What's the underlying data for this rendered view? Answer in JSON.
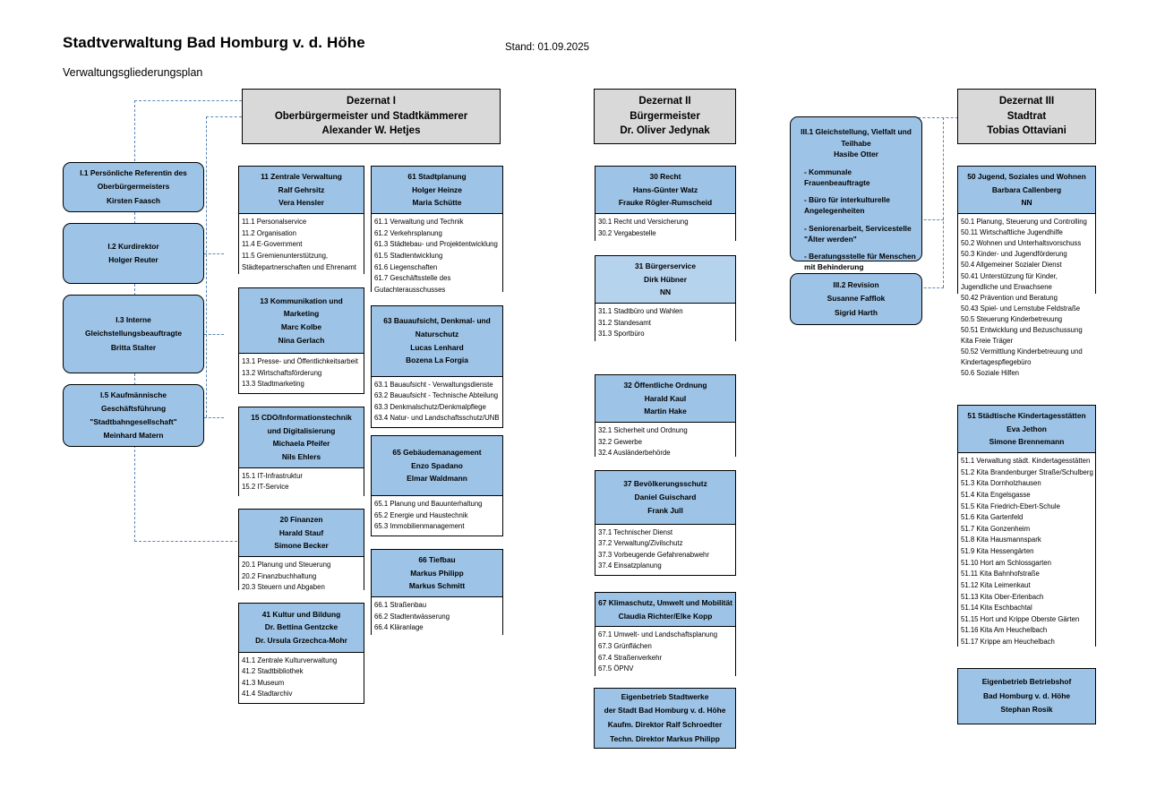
{
  "header": {
    "title": "Stadtverwaltung Bad Homburg v. d. Höhe",
    "stand": "Stand: 01.09.2025",
    "subtitle": "Verwaltungsgliederungsplan"
  },
  "dezernate": {
    "d1": {
      "l1": "Dezernat I",
      "l2": "Oberbürgermeister und Stadtkämmerer",
      "l3": "Alexander W. Hetjes"
    },
    "d2": {
      "l1": "Dezernat II",
      "l2": "Bürgermeister",
      "l3": "Dr. Oliver Jedynak"
    },
    "d3": {
      "l1": "Dezernat III",
      "l2": "Stadtrat",
      "l3": "Tobias Ottaviani"
    }
  },
  "staff_left": [
    {
      "lines": [
        "I.1 Persönliche Referentin des",
        "Oberbürgermeisters",
        "Kirsten Faasch"
      ]
    },
    {
      "lines": [
        "I.2 Kurdirektor",
        "Holger Reuter"
      ]
    },
    {
      "lines": [
        "I.3 Interne Gleichstellungsbeauftragte",
        "Britta Stalter"
      ]
    },
    {
      "lines": [
        "I.5 Kaufmännische Geschäftsführung",
        "\"Stadtbahngesellschaft\"",
        "Meinhard Matern"
      ]
    }
  ],
  "staff_mid": {
    "gleichstellung": {
      "title": [
        "III.1 Gleichstellung, Vielfalt und",
        "Teilhabe",
        "Hasibe Otter"
      ],
      "bullets": [
        "- Kommunale Frauenbeauftragte",
        "- Büro für interkulturelle\n  Angelegenheiten",
        "- Seniorenarbeit, Servicestelle\n  \"Älter werden\"",
        "- Beratungsstelle für Menschen\n  mit Behinderung"
      ]
    },
    "revision": {
      "lines": [
        "III.2 Revision",
        "Susanne Fafflok",
        "Sigrid Harth"
      ]
    }
  },
  "col1": [
    {
      "head": [
        "11 Zentrale Verwaltung",
        "Ralf Gehrsitz",
        "Vera Hensler"
      ],
      "items": [
        "11.1 Personalservice",
        "11.2 Organisation",
        "11.4 E-Government",
        "11.5 Gremienunterstützung,",
        "Städtepartnerschaften und Ehrenamt"
      ]
    },
    {
      "head": [
        "13  Kommunikation und Marketing",
        "Marc Kolbe",
        "Nina Gerlach"
      ],
      "items": [
        "13.1 Presse- und Öffentlichkeitsarbeit",
        "13.2 Wirtschaftsförderung",
        "13.3 Stadtmarketing"
      ]
    },
    {
      "head": [
        "15 CDO/Informationstechnik",
        "und Digitalisierung",
        "Michaela Pfeifer",
        "Nils Ehlers"
      ],
      "items": [
        "15.1 IT-Infrastruktur",
        "15.2 IT-Service"
      ]
    },
    {
      "head": [
        "20 Finanzen",
        "Harald Stauf",
        "Simone Becker"
      ],
      "items": [
        "20.1 Planung und Steuerung",
        "20.2 Finanzbuchhaltung",
        "20.3 Steuern und Abgaben"
      ]
    },
    {
      "head": [
        "41 Kultur und Bildung",
        "Dr. Bettina Gentzcke",
        "Dr. Ursula Grzechca-Mohr"
      ],
      "items": [
        "41.1 Zentrale Kulturverwaltung",
        "41.2 Stadtbibliothek",
        "41.3 Museum",
        "41.4 Stadtarchiv"
      ]
    }
  ],
  "col2": [
    {
      "head": [
        "61 Stadtplanung",
        "Holger Heinze",
        "Maria Schütte"
      ],
      "items": [
        "61.1 Verwaltung und Technik",
        "61.2 Verkehrsplanung",
        "61.3 Städtebau- und Projektentwicklung",
        "61.5 Stadtentwicklung",
        "61.6 Liegenschaften",
        "61.7 Geschäftsstelle des",
        "Gutachterausschusses"
      ]
    },
    {
      "head": [
        "63 Bauaufsicht, Denkmal- und",
        "Naturschutz",
        "Lucas Lenhard",
        "Bozena La Forgia"
      ],
      "items": [
        "63.1 Bauaufsicht - Verwaltungsdienste",
        "63.2 Bauaufsicht - Technische Abteilung",
        "63.3 Denkmalschutz/Denkmalpflege",
        "63.4 Natur- und Landschaftsschutz/UNB"
      ]
    },
    {
      "head": [
        "65 Gebäudemanagement",
        "Enzo Spadano",
        "Elmar Waldmann"
      ],
      "items": [
        "65.1 Planung und Bauunterhaltung",
        "65.2 Energie und Haustechnik",
        "65.3 Immobilienmanagement"
      ]
    },
    {
      "head": [
        "66 Tiefbau",
        "Markus Philipp",
        "Markus Schmitt"
      ],
      "items": [
        "66.1 Straßenbau",
        "66.2 Stadtentwässerung",
        "66.4 Kläranlage"
      ]
    }
  ],
  "col3": [
    {
      "head": [
        "30 Recht",
        "Hans-Günter Watz",
        "Frauke Rögler-Rumscheid"
      ],
      "items": [
        "30.1 Recht und Versicherung",
        "30.2 Vergabestelle"
      ]
    },
    {
      "head": [
        "31 Bürgerservice",
        "Dirk Hübner",
        "NN"
      ],
      "items": [
        "31.1 Stadtbüro und Wahlen",
        "31.2 Standesamt",
        "31.3 Sportbüro"
      ]
    },
    {
      "head": [
        "32 Öffentliche Ordnung",
        "Harald Kaul",
        "Martin Hake"
      ],
      "items": [
        "32.1 Sicherheit und Ordnung",
        "32.2 Gewerbe",
        "32.4 Ausländerbehörde"
      ]
    },
    {
      "head": [
        "37 Bevölkerungsschutz",
        "Daniel Guischard",
        "Frank Jull"
      ],
      "items": [
        "37.1 Technischer Dienst",
        "37.2 Verwaltung/Zivilschutz",
        "37.3 Vorbeugende Gefahrenabwehr",
        "37.4 Einsatzplanung"
      ]
    },
    {
      "head": [
        "67 Klimaschutz, Umwelt und Mobilität",
        "Claudia Richter/Elke Kopp"
      ],
      "items": [
        "67.1 Umwelt- und Landschaftsplanung",
        "67.3 Grünflächen",
        "67.4 Straßenverkehr",
        "67.5 ÖPNV"
      ]
    }
  ],
  "col4": [
    {
      "head": [
        "50 Jugend, Soziales und Wohnen",
        "Barbara Callenberg",
        "NN"
      ],
      "items": [
        "50.1 Planung, Steuerung und Controlling",
        "50.11 Wirtschaftliche Jugendhilfe",
        "50.2 Wohnen und Unterhaltsvorschuss",
        "50.3 Kinder- und Jugendförderung",
        "50.4 Allgemeiner Sozialer Dienst",
        "50.41 Unterstützung für Kinder,",
        "Jugendliche und Erwachsene",
        "50.42 Prävention und Beratung",
        "50.43 Spiel- und Lernstube Feldstraße",
        "50.5 Steuerung Kinderbetreuung",
        "50.51 Entwicklung und Bezuschussung",
        "Kita Freie Träger",
        "50.52 Vermittlung Kinderbetreuung und",
        "Kindertagespflegebüro",
        "50.6 Soziale Hilfen"
      ]
    },
    {
      "head": [
        "51 Städtische Kindertagesstätten",
        "Eva Jethon",
        "Simone Brennemann"
      ],
      "items": [
        "51.1 Verwaltung städt. Kindertagesstätten",
        "51.2 Kita Brandenburger Straße/Schulberg",
        "51.3 Kita Dornholzhausen",
        "51.4 Kita Engelsgasse",
        "51.5 Kita Friedrich-Ebert-Schule",
        "51.6 Kita Gartenfeld",
        "51.7 Kita Gonzenheim",
        "51.8 Kita Hausmannspark",
        "51.9 Kita Hessengärten",
        "51.10 Hort am Schlossgarten",
        "51.11 Kita Bahnhofstraße",
        "51.12 Kita Leimenkaut",
        "51.13 Kita Ober-Erlenbach",
        "51.14 Kita Eschbachtal",
        "51.15 Hort und Krippe Oberste Gärten",
        "51.16 Kita Am Heuchelbach",
        "51.17 Krippe am Heuchelbach"
      ]
    }
  ],
  "eigenbetriebe": {
    "stadtwerke": [
      "Eigenbetrieb Stadtwerke",
      "der Stadt Bad Homburg v. d. Höhe",
      "Kaufm. Direktor Ralf Schroedter",
      "Techn. Direktor Markus Philipp"
    ],
    "betriebshof": [
      "Eigenbetrieb  Betriebshof",
      "Bad Homburg v.  d. Höhe",
      "Stephan Rosik"
    ]
  },
  "colors": {
    "dezernat_bg": "#d9d9d9",
    "unit_head_bg": "#9dc3e6",
    "connector": "#5b86b8",
    "border": "#000000"
  }
}
